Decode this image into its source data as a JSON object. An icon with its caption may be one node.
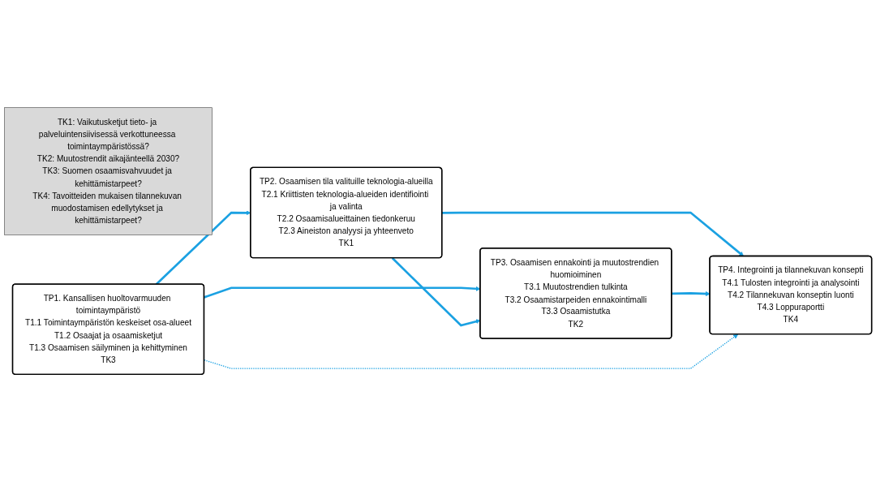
{
  "diagram": {
    "nodes": [
      {
        "text": [
          "TP1. Kansallisen huoltovarmuuden toimintaympäristö",
          "T1.1 Toimintaympäristön keskeiset osa-alueet",
          "T1.2 Osaajat ja osaamisketjut",
          "T1.3 Osaamisen säilyminen ja kehittyminen",
          "TK3"
        ]
      },
      {
        "text": [
          "TP2. Osaamisen tila valituille teknologia-alueilla",
          "T2.1 Kriittisten teknologia-alueiden identifiointi ja valinta",
          "T2.2 Osaamisalueittainen tiedonkeruu",
          "T2.3 Aineiston analyysi ja yhteenveto",
          "TK1"
        ]
      },
      {
        "text": [
          "TP3. Osaamisen ennakointi ja muutostrendien huomioiminen",
          "T3.1 Muutostrendien tulkinta",
          "T3.2 Osaamistarpeiden ennakointimalli",
          "T3.3 Osaamistutka",
          "TK2"
        ]
      },
      {
        "text": [
          "TP4. Integrointi ja tilannekuvan konsepti",
          "T4.1 Tulosten integrointi ja analysointi",
          "T4.2 Tilannekuvan konseptin luonti",
          "T4.3 Loppuraportti",
          "TK4"
        ]
      },
      {
        "text": [
          "TK1: Vaikutusketjut tieto- ja palveluintensiivisessä verkottuneessa toimintaympäristössä?",
          "TK2: Muutostrendit aikajänteellä 2030?",
          "TK3: Suomen osaamisvahvuudet ja kehittämistarpeet?",
          "TK4: Tavoitteiden mukaisen tilannekuvan muodostamisen edellytykset ja kehittämistarpeet?"
        ]
      }
    ],
    "edges": [
      {
        "from": 0,
        "to": 1,
        "arrow": "to"
      },
      {
        "from": 0,
        "to": 2,
        "arrow": "to"
      },
      {
        "from": 1,
        "to": 2,
        "arrow": "to"
      },
      {
        "from": 1,
        "to": 3,
        "arrow": "to"
      },
      {
        "from": 2,
        "to": 3,
        "arrow": "to"
      },
      {
        "from": 0,
        "to": 3,
        "arrow": "to",
        "style": "dashed"
      }
    ]
  }
}
